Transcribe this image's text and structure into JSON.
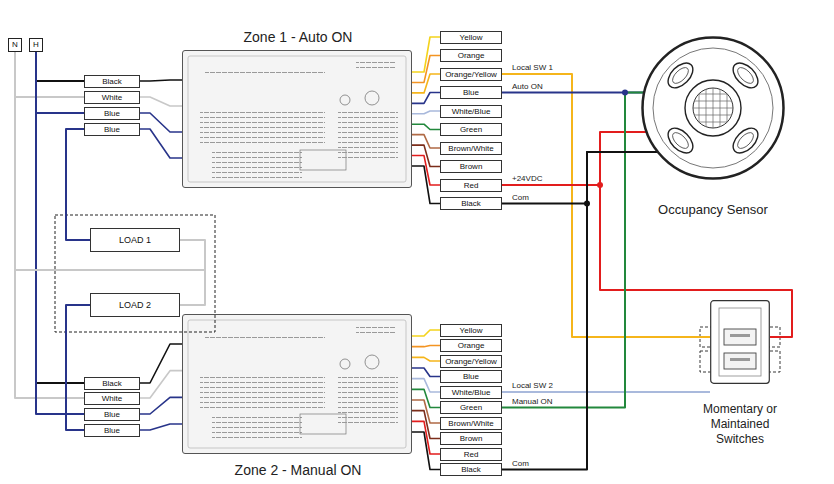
{
  "diagram": {
    "nodes": [
      {
        "text": [
          "N"
        ]
      },
      {
        "text": [
          "H"
        ]
      },
      {
        "text": [
          "Zone 1 - Auto ON"
        ]
      },
      {
        "text": [
          "Black"
        ]
      },
      {
        "text": [
          "White"
        ]
      },
      {
        "text": [
          "Blue"
        ]
      },
      {
        "text": [
          "Blue"
        ]
      },
      {
        "text": [
          "Yellow"
        ]
      },
      {
        "text": [
          "Orange"
        ]
      },
      {
        "text": [
          "Orange/Yellow"
        ]
      },
      {
        "text": [
          "Blue"
        ]
      },
      {
        "text": [
          "White/Blue"
        ]
      },
      {
        "text": [
          "Green"
        ]
      },
      {
        "text": [
          "Brown/White"
        ]
      },
      {
        "text": [
          "Brown"
        ]
      },
      {
        "text": [
          "Red"
        ]
      },
      {
        "text": [
          "Black"
        ]
      },
      {
        "text": [
          "Occupancy Sensor"
        ]
      },
      {
        "text": [
          "LOAD 1"
        ]
      },
      {
        "text": [
          "LOAD 2"
        ]
      },
      {
        "text": [
          "Momentary or Maintained Switches"
        ]
      },
      {
        "text": [
          "Zone 2 - Manual ON"
        ]
      },
      {
        "text": [
          "Black"
        ]
      },
      {
        "text": [
          "White"
        ]
      },
      {
        "text": [
          "Blue"
        ]
      },
      {
        "text": [
          "Blue"
        ]
      },
      {
        "text": [
          "Yellow"
        ]
      },
      {
        "text": [
          "Orange"
        ]
      },
      {
        "text": [
          "Orange/Yellow"
        ]
      },
      {
        "text": [
          "Blue"
        ]
      },
      {
        "text": [
          "White/Blue"
        ]
      },
      {
        "text": [
          "Green"
        ]
      },
      {
        "text": [
          "Brown/White"
        ]
      },
      {
        "text": [
          "Brown"
        ]
      },
      {
        "text": [
          "Red"
        ]
      },
      {
        "text": [
          "Black"
        ]
      }
    ],
    "edges": [
      {
        "from": 2,
        "to": 3,
        "arrow": "none"
      },
      {
        "from": 2,
        "to": 4,
        "arrow": "none"
      },
      {
        "from": 2,
        "to": 5,
        "arrow": "none"
      },
      {
        "from": 2,
        "to": 6,
        "arrow": "none"
      },
      {
        "from": 2,
        "to": 7,
        "arrow": "none"
      },
      {
        "from": 2,
        "to": 8,
        "arrow": "none"
      },
      {
        "from": 2,
        "to": 9,
        "arrow": "none"
      },
      {
        "from": 2,
        "to": 10,
        "arrow": "none"
      },
      {
        "from": 2,
        "to": 11,
        "arrow": "none"
      },
      {
        "from": 2,
        "to": 12,
        "arrow": "none"
      },
      {
        "from": 2,
        "to": 13,
        "arrow": "none"
      },
      {
        "from": 2,
        "to": 14,
        "arrow": "none"
      },
      {
        "from": 2,
        "to": 15,
        "arrow": "none"
      },
      {
        "from": 2,
        "to": 16,
        "arrow": "none"
      },
      {
        "from": 21,
        "to": 22,
        "arrow": "none"
      },
      {
        "from": 21,
        "to": 23,
        "arrow": "none"
      },
      {
        "from": 21,
        "to": 24,
        "arrow": "none"
      },
      {
        "from": 21,
        "to": 25,
        "arrow": "none"
      },
      {
        "from": 21,
        "to": 26,
        "arrow": "none"
      },
      {
        "from": 21,
        "to": 27,
        "arrow": "none"
      },
      {
        "from": 21,
        "to": 28,
        "arrow": "none"
      },
      {
        "from": 21,
        "to": 29,
        "arrow": "none"
      },
      {
        "from": 21,
        "to": 30,
        "arrow": "none"
      },
      {
        "from": 21,
        "to": 31,
        "arrow": "none"
      },
      {
        "from": 21,
        "to": 32,
        "arrow": "none"
      },
      {
        "from": 21,
        "to": 33,
        "arrow": "none"
      },
      {
        "from": 21,
        "to": 34,
        "arrow": "none"
      },
      {
        "from": 21,
        "to": 35,
        "arrow": "none"
      },
      {
        "from": 3,
        "to": 1,
        "arrow": "none"
      },
      {
        "from": 4,
        "to": 0,
        "arrow": "none"
      },
      {
        "from": 5,
        "to": 1,
        "arrow": "none"
      },
      {
        "from": 6,
        "to": 18,
        "arrow": "none"
      },
      {
        "from": 22,
        "to": 1,
        "arrow": "none"
      },
      {
        "from": 23,
        "to": 0,
        "arrow": "none"
      },
      {
        "from": 24,
        "to": 1,
        "arrow": "none"
      },
      {
        "from": 25,
        "to": 19,
        "arrow": "none"
      },
      {
        "from": 18,
        "to": 0,
        "arrow": "none"
      },
      {
        "from": 19,
        "to": 0,
        "arrow": "none"
      },
      {
        "from": 9,
        "to": 20,
        "label": "Local SW 1",
        "arrow": "none"
      },
      {
        "from": 10,
        "to": 17,
        "label": "Auto ON",
        "arrow": "none"
      },
      {
        "from": 15,
        "to": 17,
        "label": "+24VDC",
        "arrow": "none"
      },
      {
        "from": 15,
        "to": 20,
        "arrow": "none"
      },
      {
        "from": 16,
        "to": 17,
        "label": "Com",
        "arrow": "none"
      },
      {
        "from": 30,
        "to": 20,
        "label": "Local SW 2",
        "arrow": "none"
      },
      {
        "from": 31,
        "to": 17,
        "label": "Manual ON",
        "arrow": "none"
      },
      {
        "from": 35,
        "to": 17,
        "label": "Com",
        "arrow": "none"
      }
    ]
  }
}
